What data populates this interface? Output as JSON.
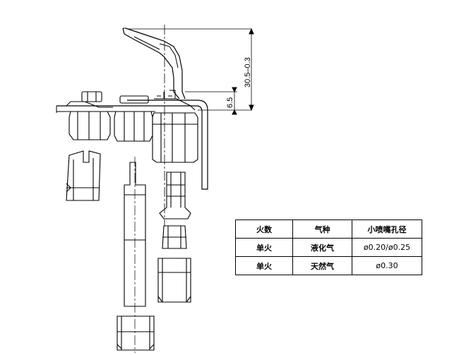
{
  "dimensions": {
    "total_height": "30.5–0.3",
    "short_height": "6.5"
  },
  "spec_table": {
    "headers": [
      "火数",
      "气种",
      "小喷嘴孔径"
    ],
    "rows": [
      [
        "单火",
        "液化气",
        "ø0.20/ø0.25"
      ],
      [
        "单火",
        "天然气",
        "ø0.30"
      ]
    ]
  }
}
